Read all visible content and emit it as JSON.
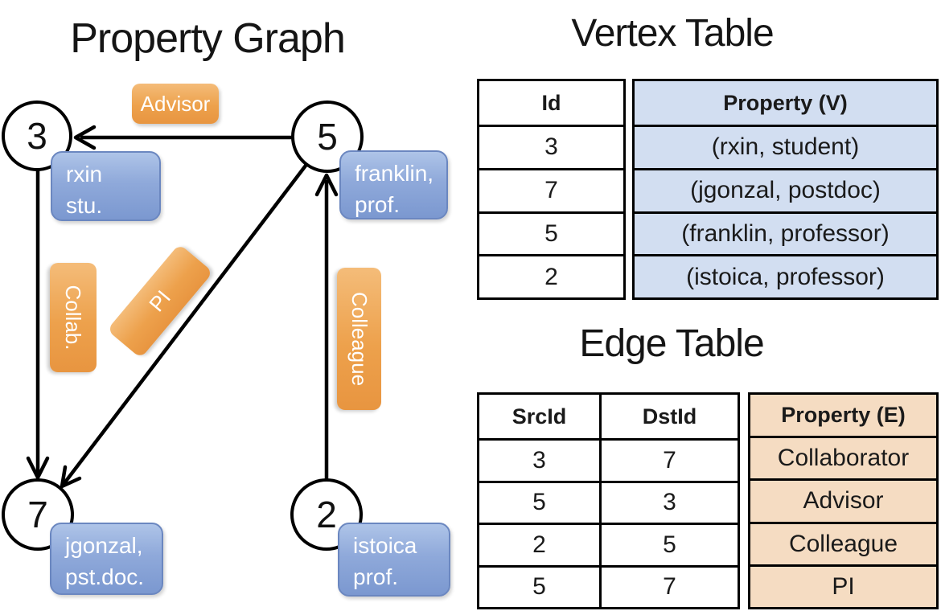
{
  "colors": {
    "edge_label_orange": "#eda14c",
    "vertex_label_blue": "#8aa7da",
    "vertex_property_bg": "#d2def1",
    "edge_property_bg": "#f5dcc2",
    "stroke_black": "#000000"
  },
  "graph": {
    "title": "Property Graph",
    "nodes": [
      {
        "id": "3",
        "label_line1": "rxin",
        "label_line2": "stu."
      },
      {
        "id": "5",
        "label_line1": "franklin,",
        "label_line2": "prof."
      },
      {
        "id": "7",
        "label_line1": "jgonzal,",
        "label_line2": "pst.doc."
      },
      {
        "id": "2",
        "label_line1": "istoica",
        "label_line2": "prof."
      }
    ],
    "edge_labels": {
      "advisor": "Advisor",
      "collab": "Collab.",
      "pi": "PI",
      "colleague": "Colleague"
    }
  },
  "vertex_table": {
    "title": "Vertex Table",
    "headers": {
      "id": "Id",
      "property": "Property (V)"
    },
    "rows": [
      {
        "id": "3",
        "property": "(rxin, student)"
      },
      {
        "id": "7",
        "property": "(jgonzal, postdoc)"
      },
      {
        "id": "5",
        "property": "(franklin, professor)"
      },
      {
        "id": "2",
        "property": "(istoica, professor)"
      }
    ]
  },
  "edge_table": {
    "title": "Edge Table",
    "headers": {
      "src": "SrcId",
      "dst": "DstId",
      "property": "Property (E)"
    },
    "rows": [
      {
        "src": "3",
        "dst": "7",
        "property": "Collaborator"
      },
      {
        "src": "5",
        "dst": "3",
        "property": "Advisor"
      },
      {
        "src": "2",
        "dst": "5",
        "property": "Colleague"
      },
      {
        "src": "5",
        "dst": "7",
        "property": "PI"
      }
    ]
  }
}
